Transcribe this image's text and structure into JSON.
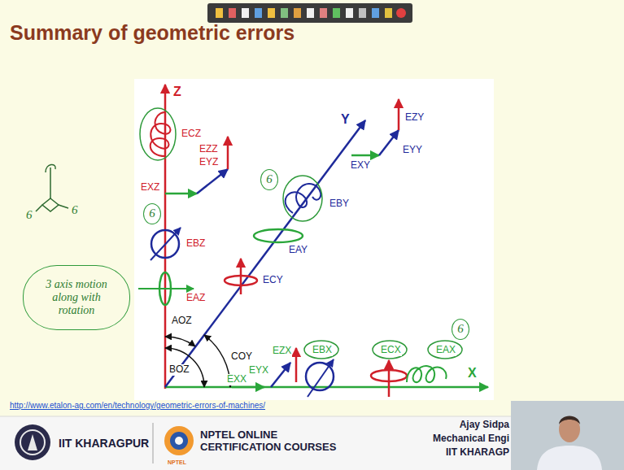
{
  "diagram": {
    "title": "Summary of geometric errors",
    "nodes": [
      {
        "text": [
          "6"
        ]
      },
      {
        "text": [
          "6"
        ]
      },
      {
        "text": [
          "3 axis motion along with rotation"
        ]
      },
      {
        "text": [
          "6"
        ]
      }
    ],
    "labels": [
      "Z",
      "ECZ",
      "EZZ",
      "EYZ",
      "EXZ",
      "EBZ",
      "EAZ",
      "AOZ",
      "BOZ",
      "Y",
      "EZY",
      "EYY",
      "EXY",
      "EBY",
      "EAY",
      "ECY",
      "COY",
      "X",
      "EXX",
      "EYX",
      "EZX",
      "EBX",
      "ECX",
      "EAX",
      "6",
      "6",
      "http://www.etalon-ag.com/en/technology/geometric-errors-of-machines/",
      "IIT KHARAGPUR",
      "NPTEL ONLINE CERTIFICATION COURSES",
      "NPTEL",
      "Ajay Sidpa",
      "Mechanical Engi",
      "IIT KHARAGP"
    ]
  }
}
